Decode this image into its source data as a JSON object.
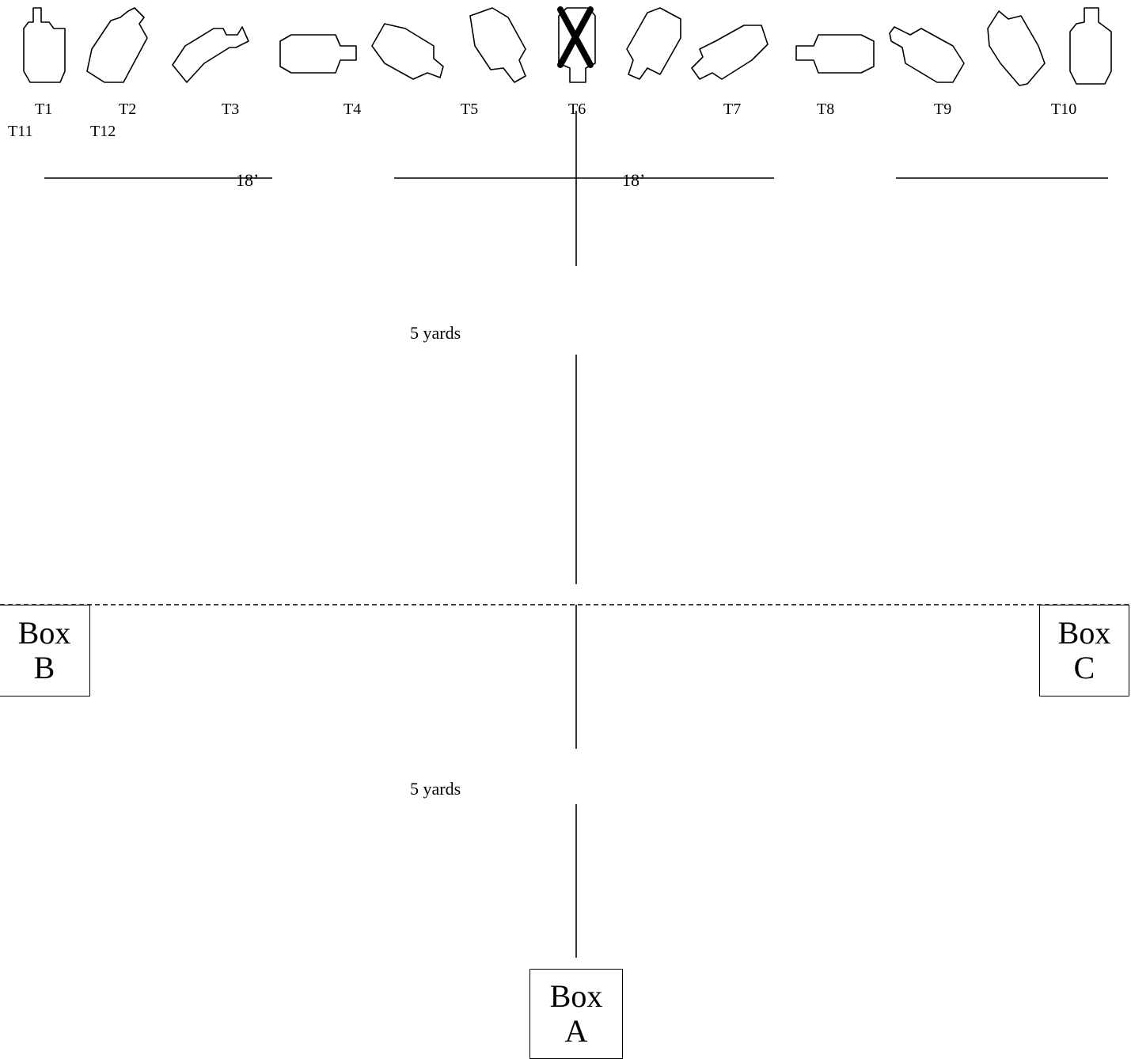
{
  "targets": [
    {
      "id": "t1",
      "label": "T1"
    },
    {
      "id": "t2",
      "label": "T2"
    },
    {
      "id": "t3",
      "label": "T3"
    },
    {
      "id": "t4",
      "label": "T4"
    },
    {
      "id": "t5",
      "label": "T5"
    },
    {
      "id": "t6",
      "label": "T6",
      "crossed": true
    },
    {
      "id": "t7",
      "label": "T7"
    },
    {
      "id": "t8",
      "label": "T8"
    },
    {
      "id": "t9",
      "label": "T9"
    },
    {
      "id": "t10",
      "label": "T10"
    },
    {
      "id": "t11",
      "label": "T11"
    },
    {
      "id": "t12",
      "label": "T12"
    }
  ],
  "distances": {
    "left_width": "18’",
    "center_width": "18’",
    "upper_gap": "5 yards",
    "lower_gap": "5 yards"
  },
  "boxes": {
    "a": {
      "line1": "Box",
      "line2": "A"
    },
    "b": {
      "line1": "Box",
      "line2": "B"
    },
    "c": {
      "line1": "Box",
      "line2": "C"
    }
  }
}
